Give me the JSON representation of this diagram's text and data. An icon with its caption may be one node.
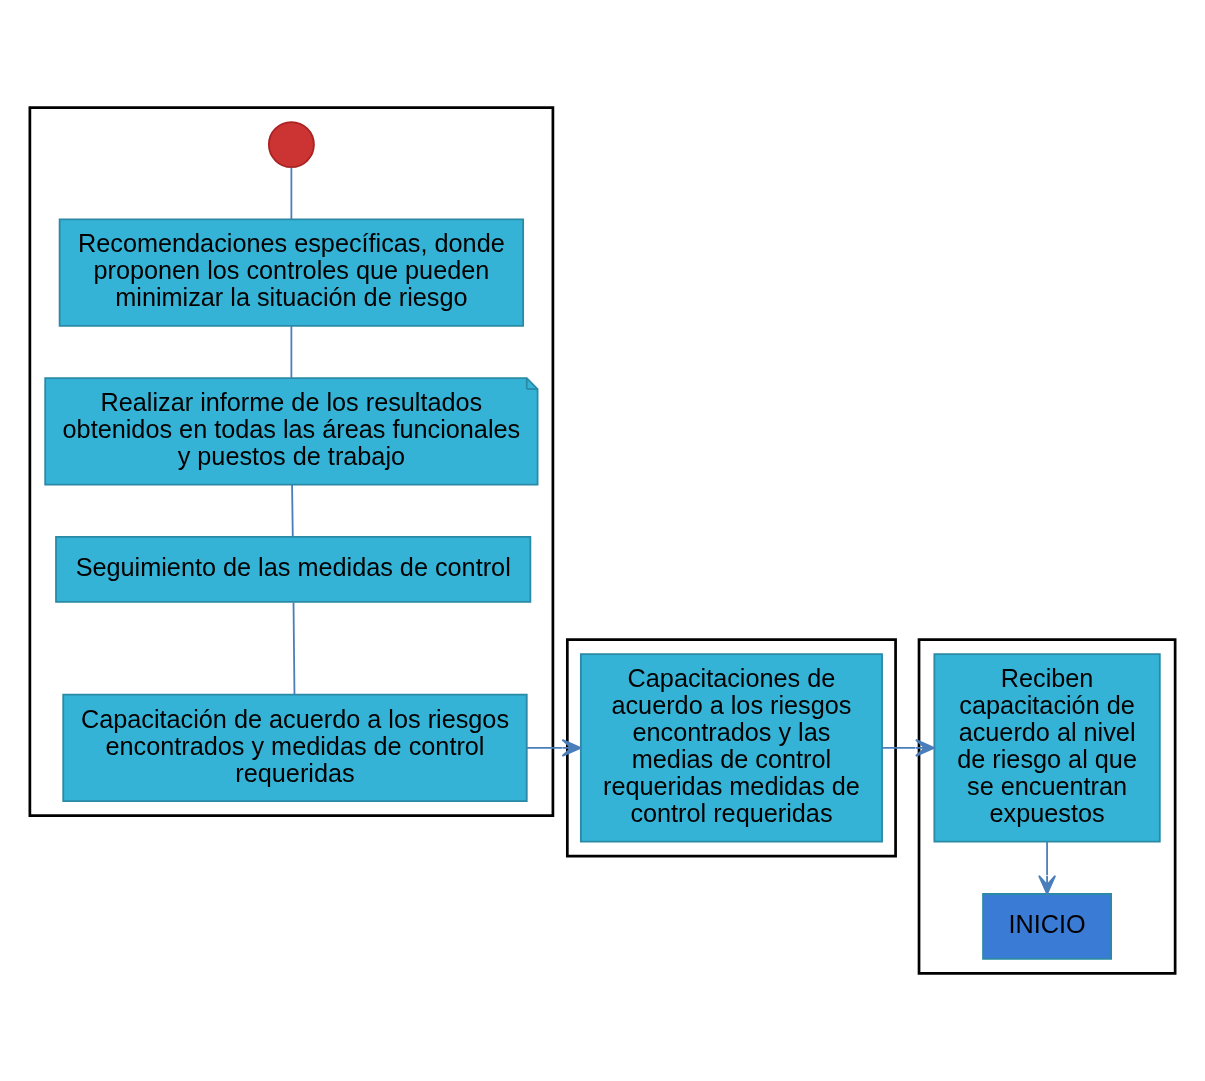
{
  "diagram": {
    "nodes": [
      {
        "text": [],
        "shape": "box"
      },
      {
        "text": [],
        "shape": "circle",
        "in": 0
      },
      {
        "text": [
          "Recomendaciones específicas, donde proponen los controles que pueden minimizar la situación de riesgo"
        ],
        "in": 0
      },
      {
        "text": [
          "Realizar informe de los resultados obtenidos en todas las áreas funcionales y puestos de trabajo"
        ],
        "in": 0
      },
      {
        "text": [
          "Seguimiento de las medidas de control"
        ],
        "in": 0
      },
      {
        "text": [
          "Capacitación de acuerdo a los riesgos encontrados y medidas de control requeridas"
        ],
        "in": 0
      },
      {
        "text": [],
        "shape": "box"
      },
      {
        "text": [
          "Capacitaciones de acuerdo a los riesgos encontrados y las medias de control requeridas medidas de control requeridas"
        ],
        "in": 6
      },
      {
        "text": [],
        "shape": "box"
      },
      {
        "text": [
          "Reciben capacitación de acuerdo al nivel de riesgo al que se encuentran expuestos"
        ],
        "in": 8
      },
      {
        "text": [
          "INICIO"
        ],
        "in": 8
      }
    ],
    "edges": [
      {
        "from": 1,
        "to": 2,
        "arrow": "none"
      },
      {
        "from": 2,
        "to": 3,
        "arrow": "none"
      },
      {
        "from": 3,
        "to": 4,
        "arrow": "none"
      },
      {
        "from": 4,
        "to": 5,
        "arrow": "none"
      },
      {
        "from": 5,
        "to": 7,
        "arrow": "to"
      },
      {
        "from": 7,
        "to": 9,
        "arrow": "to"
      },
      {
        "from": 9,
        "to": 10,
        "arrow": "to"
      }
    ]
  }
}
